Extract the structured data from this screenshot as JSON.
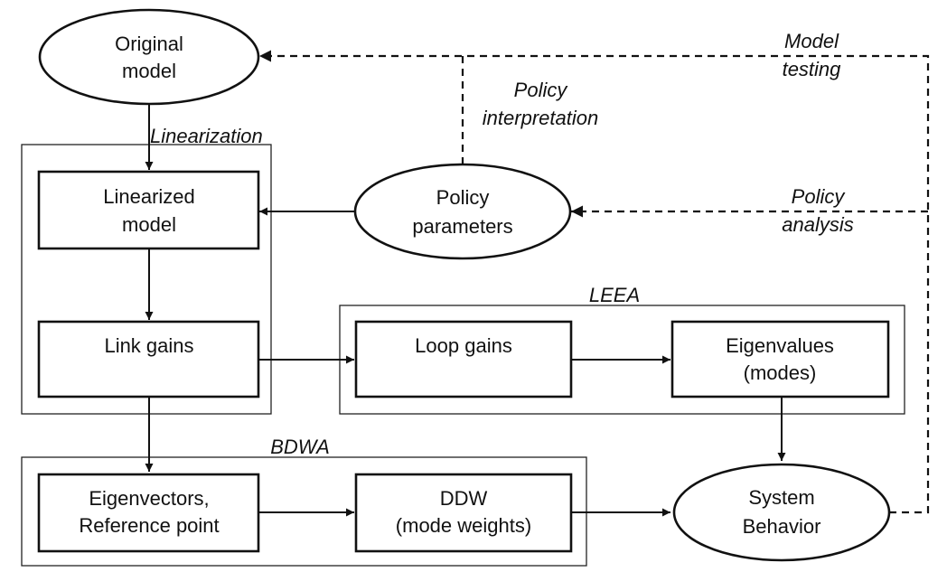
{
  "nodes": {
    "original_model": [
      "Original",
      "model"
    ],
    "linearized_model": [
      "Linearized",
      "model"
    ],
    "link_gains": [
      "Link gains"
    ],
    "policy_parameters": [
      "Policy",
      "parameters"
    ],
    "loop_gains": [
      "Loop gains"
    ],
    "eigenvalues": [
      "Eigenvalues",
      "(modes)"
    ],
    "eigenvectors": [
      "Eigenvectors,",
      "Reference point"
    ],
    "ddw": [
      "DDW",
      "(mode weights)"
    ],
    "system_behavior": [
      "System",
      "Behavior"
    ]
  },
  "groups": {
    "leea": "LEEA",
    "bdwa": "BDWA"
  },
  "edge_labels": {
    "linearization": [
      "Linearization"
    ],
    "policy_interpretation": [
      "Policy",
      "interpretation"
    ],
    "model_testing": [
      "Model",
      "testing"
    ],
    "policy_analysis": [
      "Policy",
      "analysis"
    ]
  }
}
